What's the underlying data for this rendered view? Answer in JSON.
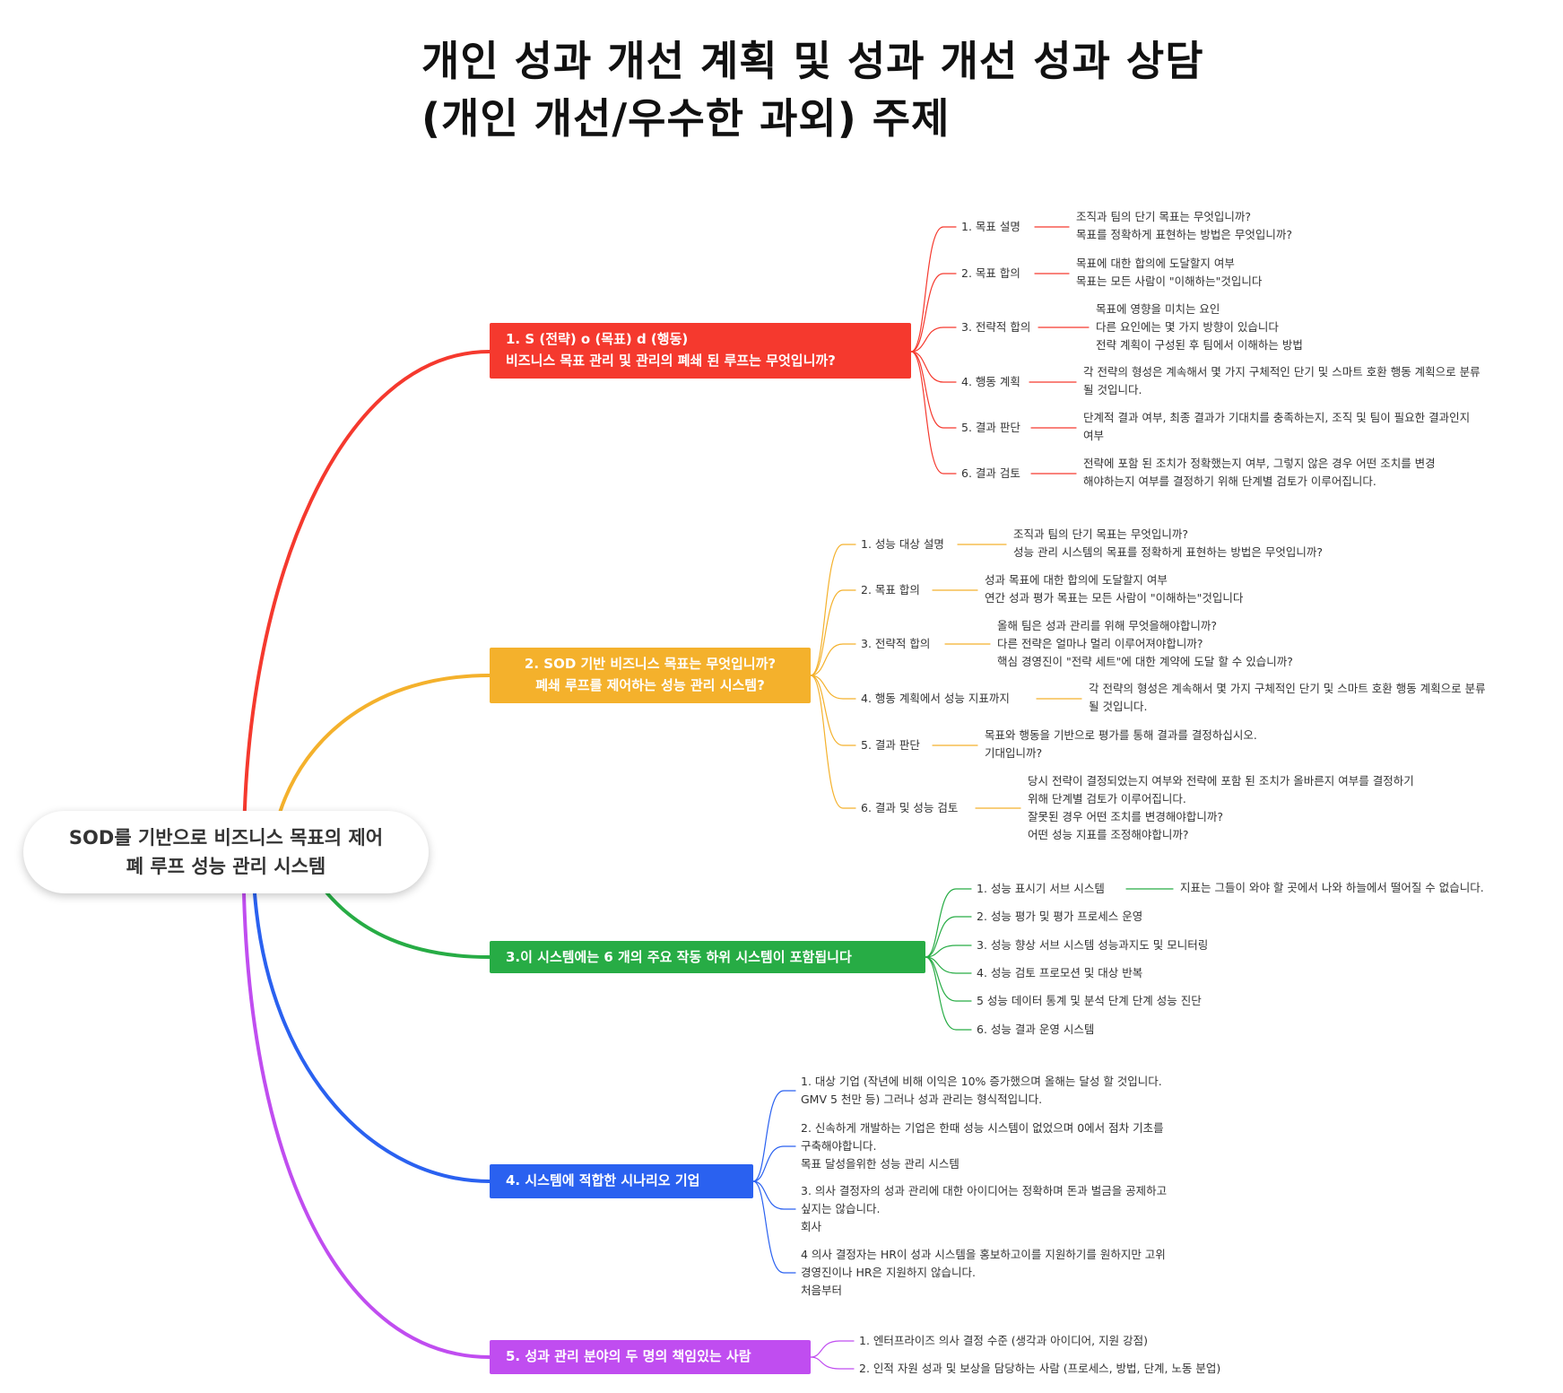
{
  "title": {
    "line1": "개인 성과 개선 계획 및 성과 개선 성과 상담",
    "line2": "(개인 개선/우수한 과외) 주제"
  },
  "root": {
    "line1": "SOD를 기반으로 비즈니스 목표의 제어",
    "line2": "폐 루프 성능 관리 시스템"
  },
  "colors": {
    "branch1": "#f5392e",
    "branch2": "#f4b12c",
    "branch3": "#27ac45",
    "branch4": "#2a61f0",
    "branch5": "#c04df0"
  },
  "branches": [
    {
      "line1": "1. S (전략) o (목표) d (행동)",
      "line2": "비즈니스 목표 관리 및 관리의 폐쇄 된 루프는 무엇입니까?",
      "children": [
        {
          "label": "1. 목표 설명",
          "detail": [
            "조직과 팀의 단기 목표는 무엇입니까?",
            "목표를 정확하게 표현하는 방법은 무엇입니까?"
          ]
        },
        {
          "label": "2. 목표 합의",
          "detail": [
            "목표에 대한 합의에 도달할지 여부",
            "목표는 모든 사람이 \"이해하는\"것입니다"
          ]
        },
        {
          "label": "3. 전략적 합의",
          "detail": [
            "목표에 영향을 미치는 요인",
            "다른 요인에는 몇 가지 방향이 있습니다",
            "전략 계획이 구성된 후 팀에서 이해하는 방법"
          ]
        },
        {
          "label": "4. 행동 계획",
          "detail": [
            "각 전략의 형성은 계속해서 몇 가지 구체적인 단기 및 스마트 호환 행동 계획으로 분류",
            "될 것입니다."
          ]
        },
        {
          "label": "5. 결과 판단",
          "detail": [
            "단계적 결과 여부, 최종 결과가 기대치를 충족하는지, 조직 및 팀이 필요한 결과인지",
            "여부"
          ]
        },
        {
          "label": "6. 결과 검토",
          "detail": [
            "전략에 포함 된 조치가 정확했는지 여부, 그렇지 않은 경우 어떤 조치를 변경",
            "해야하는지 여부를 결정하기 위해 단계별 검토가 이루어집니다."
          ]
        }
      ]
    },
    {
      "line1": "2. SOD 기반 비즈니스 목표는 무엇입니까?",
      "line2": "폐쇄 루프를 제어하는 성능 관리 시스템?",
      "children": [
        {
          "label": "1. 성능 대상 설명",
          "detail": [
            "조직과 팀의 단기 목표는 무엇입니까?",
            "성능 관리 시스템의 목표를 정확하게 표현하는 방법은 무엇입니까?"
          ]
        },
        {
          "label": "2. 목표 합의",
          "detail": [
            "성과 목표에 대한 합의에 도달할지 여부",
            "연간 성과 평가 목표는 모든 사람이 \"이해하는\"것입니다"
          ]
        },
        {
          "label": "3. 전략적 합의",
          "detail": [
            "올해 팀은 성과 관리를 위해 무엇을해야합니까?",
            "다른 전략은 얼마나 멀리 이루어져야합니까?",
            "핵심 경영진이 \"전략 세트\"에 대한 계약에 도달 할 수 있습니까?"
          ]
        },
        {
          "label": "4. 행동 계획에서 성능 지표까지",
          "detail": [
            "각 전략의 형성은 계속해서 몇 가지 구체적인 단기 및 스마트 호환 행동 계획으로 분류",
            "될 것입니다."
          ]
        },
        {
          "label": "5. 결과 판단",
          "detail": [
            "목표와 행동을 기반으로 평가를 통해 결과를 결정하십시오.",
            "기대입니까?"
          ]
        },
        {
          "label": "6. 결과 및 성능 검토",
          "detail": [
            "당시 전략이 결정되었는지 여부와 전략에 포함 된 조치가 올바른지 여부를 결정하기",
            "위해 단계별 검토가 이루어집니다.",
            "잘못된 경우 어떤 조치를 변경해야합니까?",
            "어떤 성능 지표를 조정해야합니까?"
          ]
        }
      ]
    },
    {
      "line1": "3.이 시스템에는 6 개의 주요 작동 하위 시스템이 포함됩니다",
      "children": [
        {
          "label": "1. 성능 표시기 서브 시스템",
          "detail": [
            "지표는 그들이 와야 할 곳에서 나와 하늘에서 떨어질 수 없습니다."
          ]
        },
        {
          "label": "2. 성능 평가 및 평가 프로세스 운영"
        },
        {
          "label": "3. 성능 향상 서브 시스템 성능과지도 및 모니터링"
        },
        {
          "label": "4. 성능 검토 프로모션 및 대상 반복"
        },
        {
          "label": "5 성능 데이터 통계 및 분석 단계 단계 성능 진단"
        },
        {
          "label": "6. 성능 결과 운영 시스템"
        }
      ]
    },
    {
      "line1": "4. 시스템에 적합한 시나리오 기업",
      "children": [
        {
          "lines": [
            "1. 대상 기업 (작년에 비해 이익은 10% 증가했으며 올해는 달성 할 것입니다.",
            "GMV 5 천만 등) 그러나 성과 관리는 형식적입니다."
          ]
        },
        {
          "lines": [
            "2. 신속하게 개발하는 기업은 한때 성능 시스템이 없었으며 0에서 점차 기초를",
            "구축해야합니다.",
            "목표 달성을위한 성능 관리 시스템"
          ]
        },
        {
          "lines": [
            "3. 의사 결정자의 성과 관리에 대한 아이디어는 정확하며 돈과 벌금을 공제하고",
            "싶지는 않습니다.",
            "회사"
          ]
        },
        {
          "lines": [
            "4 의사 결정자는 HR이 성과 시스템을 홍보하고이를 지원하기를 원하지만 고위",
            "경영진이나 HR은 지원하지 않습니다.",
            "처음부터"
          ]
        }
      ]
    },
    {
      "line1": "5. 성과 관리 분야의 두 명의 책임있는 사람",
      "children": [
        {
          "label": "1. 엔터프라이즈 의사 결정 수준 (생각과 아이디어, 지원 강점)"
        },
        {
          "label": "2. 인적 자원 성과 및 보상을 담당하는 사람 (프로세스, 방법, 단계, 노동 분업)"
        }
      ]
    }
  ]
}
